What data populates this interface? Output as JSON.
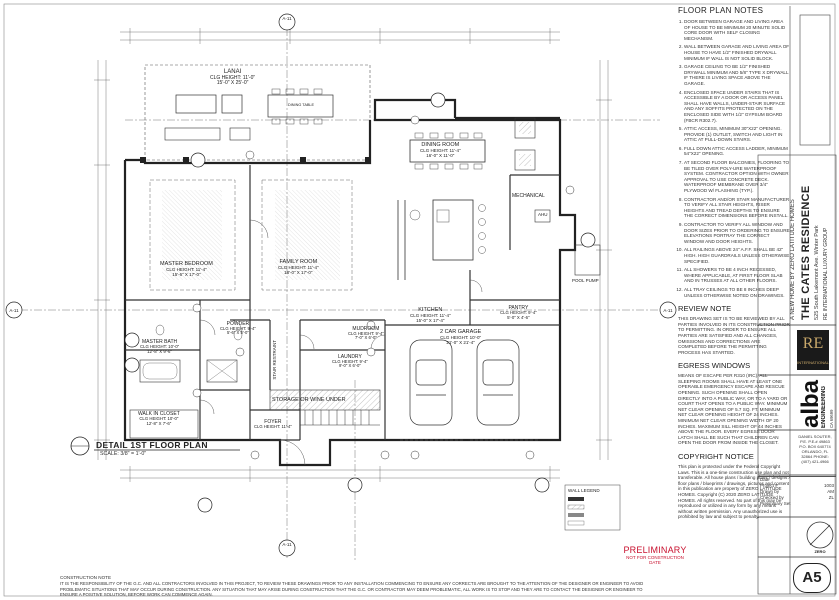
{
  "drawing": {
    "title": "DETAIL 1ST FLOOR PLAN",
    "scale": "SCALE: 3/8\" = 1'-0\"",
    "sheet_number": "A5",
    "section_markers": [
      "A-11",
      "A-11",
      "A-11",
      "A-11"
    ],
    "rooms": [
      {
        "name": "LANAI",
        "ceiling": "CLG HEIGHT: 11'-0\"",
        "size": "15'-0\" X 25'-0\""
      },
      {
        "name": "DINING ROOM",
        "ceiling": "CLG HEIGHT: 11'-4\"",
        "size": "16'-0\" X 11'-0\""
      },
      {
        "name": "MASTER BEDROOM",
        "ceiling": "CLG HEIGHT: 11'-4\"",
        "size": "15'-6\" X 17'-0\""
      },
      {
        "name": "FAMILY ROOM",
        "ceiling": "CLG HEIGHT: 11'-4\"",
        "size": "18'-0\" X 17'-0\""
      },
      {
        "name": "KITCHEN",
        "ceiling": "CLG HEIGHT: 11'-4\"",
        "size": "15'-0\" X 17'-4\""
      },
      {
        "name": "PANTRY",
        "ceiling": "CLG HEIGHT: 9'-4\"",
        "size": "5'-0\" X 4'-6\""
      },
      {
        "name": "MECHANICAL",
        "ceiling": "",
        "size": ""
      },
      {
        "name": "MASTER BATH",
        "ceiling": "CLG HEIGHT: 10'-0\"",
        "size": "12'-8\" X 9'-6\""
      },
      {
        "name": "POWDER",
        "ceiling": "CLG HEIGHT: 9'-4\"",
        "size": "5'-6\" X 5'-0\""
      },
      {
        "name": "MUDROOM",
        "ceiling": "CLG HEIGHT: 9'-4\"",
        "size": "7'-0\" X 6'-0\""
      },
      {
        "name": "LAUNDRY",
        "ceiling": "CLG HEIGHT: 9'-4\"",
        "size": "9'-0\" X 6'-0\""
      },
      {
        "name": "2 CAR GARAGE",
        "ceiling": "CLG HEIGHT: 10'-0\"",
        "size": "21'-0\" X 21'-4\""
      },
      {
        "name": "WALK IN CLOSET",
        "ceiling": "CLG HEIGHT: 10'-0\"",
        "size": "12'-8\" X 7'-6\""
      },
      {
        "name": "FOYER",
        "ceiling": "CLG HEIGHT: 11'-4\"",
        "size": ""
      }
    ],
    "misc_labels": {
      "storage": "STORAGE OR WINE UNDER",
      "stair": "STAIR RESTRAINT",
      "pool_pump": "POOL PUMP",
      "ahu": "AHU",
      "dining_table": "DINING TABLE",
      "wall_legend": "WALL LEGEND"
    }
  },
  "notes": {
    "floor_plan_title": "FLOOR PLAN NOTES",
    "floor_plan_items": [
      "DOOR BETWEEN GARAGE AND LIVING AREA OF HOUSE TO BE MINIMUM 20 MINUTE SOLID CORE DOOR WITH SELF CLOSING MECHANISM.",
      "WALL BETWEEN GARAGE AND LIVING AREA OF HOUSE TO HAVE 1/2\" FINISHED DRYWALL MINIMUM IF WALL IS NOT SOLID BLOCK.",
      "GARAGE CEILING TO BE 1/2\" FINISHED DRYWALL MINIMUM AND 5/8\" TYPE X DRYWALL IF THERE IS LIVING SPACE ABOVE THE GARAGE.",
      "ENCLOSED SPACE UNDER STAIRS THAT IS ACCESSIBLE BY A DOOR OR ACCESS PANEL SHALL HAVE WALLS, UNDER-STAIR SURFACE AND ANY SOFFITS PROTECTED ON THE ENCLOSED SIDE WITH 1/2\" GYPSUM BOARD (FBCR R302.7).",
      "ATTIC ACCESS, MINIMUM 30\"X22\" OPENING. PROVIDE (1) OUTLET, SWITCH AND LIGHT IN ATTIC AT PULL-DOWN STAIRS.",
      "FULL DOWN ATTIC ACCESS LADDER, MINIMUM 54\"X22\" OPENING.",
      "AT SECOND FLOOR BALCONIES, FLOORING TO BE TILED OVER POLY-URE WATERPROOF SYSTEM. CONTRACTOR OPTION WITH OWNER APPROVAL TO USE CONCRETE DECK. WATERPROOF MEMBRANE OVER 3/4\" PLYWOOD W/ FLASHING (TYP.).",
      "CONTRACTOR AND/OR STAIR MANUFACTURER TO VERIFY ALL STAIR HEIGHTS, RISER HEIGHTS AND TREAD DEPTHS TO ENSURE THE CORRECT DIMENSIONS BEFORE INSTALL.",
      "CONTRACTOR TO VERIFY ALL WINDOW AND DOOR SIZES PRIOR TO ORDERING TO ENSURE ELEVATIONS PORTRAY THE CORRECT WINDOW AND DOOR HEIGHTS.",
      "ALL RAILINGS ABOVE 24\" A.F.F. SHALL BE 42\" HIGH. HIGH GUARDRAILS UNLESS OTHERWISE SPECIFIED.",
      "ALL SHOWERS TO BE 4 INCH RECESSED, WHERE APPLICABLE, AT FIRST FLOOR SLAB AND IN TRUSSES AT ALL OTHER FLOORS.",
      "ALL TRAY CEILINGS TO BE 8 INCHES DEEP UNLESS OTHERWISE NOTED ON DRAWINGS."
    ],
    "review_title": "REVIEW NOTE",
    "review_text": "THIS DRAWING SET IS TO BE REVIEWED BY ALL PARTIES INVOLVED IN ITS CONSTRUCTION PRIOR TO PERMITTING. IN ORDER TO ENSURE ALL PARTIES ARE SATISFIED AND ALL CHANGES, OMISSIONS AND CORRECTIONS ARE COMPLETED BEFORE THE PERMITTING PROCESS HAS STARTED.",
    "egress_title": "EGRESS WINDOWS",
    "egress_text": "MEANS OF ESCAPE PER R310 (IRC). ALL SLEEPING ROOMS SHALL HAVE AT LEAST ONE OPERABLE EMERGENCY ESCAPE AND RESCUE OPENING. SUCH OPENING SHALL OPEN DIRECTLY INTO A PUBLIC WAY, OR TO A YARD OR COURT THAT OPENS TO A PUBLIC WAY. MINIMUM NET CLEAR OPENING OF 5.7 SQ. FT. MINIMUM NET CLEAR OPENING HEIGHT OF 24 INCHES. MINIMUM NET CLEAR OPENING WIDTH OF 20 INCHES. MAXIMUM SILL HEIGHT OF 44 INCHES ABOVE THE FLOOR. EVERY EGRESS DOOR LATCH SHALL BE SUCH THAT CHILDREN CAN OPEN THE DOOR FROM INSIDE THE CLOSET.",
    "copyright_title": "COPYRIGHT NOTICE",
    "copyright_text": "This plan is protected under the Federal Copyright Laws. This is a one-time construction use plan and not transferable. All house plans / building plans / designs / floor plans / blueprints / drawings, pictures and content in this publication are property of ZERO LATITUDE HOMES. Copyright (C) 2020 ZERO LATITUDE HOMES. All rights reserved. No part of this may be reproduced or utilized in any form by any means without written permission. Any unauthorized use is prohibited by law and subject to penalty."
  },
  "title_block": {
    "project_line1": "A NEW HOME BY ZERO LATITUDE HOMES",
    "project_name": "THE CATES RESIDENCE",
    "address": "525 South Lakemont Ave. Winter Park",
    "firm_line": "RE INTERNATIONAL LUXURY GROUP",
    "re_logo": "RE",
    "re_sub": "INTERNATIONAL",
    "engineer_logo": "alba",
    "engineer_sub": "ENGINEERING",
    "engineer_state": "CA 69699",
    "engineer_contact": "DANIEL SOUTER, P.E. P.E.# 49863 P.O. BOX 640774 ORLANDO, FL 32864 PHONE: (407) 421-4966",
    "fields": [
      {
        "label": "Date",
        "value": ""
      },
      {
        "label": "Project #",
        "value": "1003"
      },
      {
        "label": "Drawn by",
        "value": "AM"
      },
      {
        "label": "Checked by",
        "value": "ZL"
      },
      {
        "label": "Preliminary Set",
        "value": ""
      }
    ],
    "zero_logo": "ZERO",
    "preliminary": "PRELIMINARY",
    "not_for_construction": "NOT FOR CONSTRUCTION",
    "date_label": "DATE"
  },
  "footer": {
    "heading": "CONSTRUCTION NOTE",
    "text": "IT IS THE RESPONSIBILITY OF THE G.C. AND ALL CONTRACTORS INVOLVED IN THIS PROJECT, TO REVIEW THESE DRAWINGS PRIOR TO ANY INSTALLATION COMMENCING TO ENSURE ANY CORRECTS ARE BROUGHT TO THE ATTENTION OF THE DESIGNER OR ENGINEER TO AVOID PROBLEMATIC SITUATIONS THAT MAY OCCUR DURING CONSTRUCTION. ANY SITUATION THAT MAY ARISE DURING CONSTRUCTION THAT THE G.C. OR CONTRACTOR MAY DEEM PROBLEMATIC, ALL WORK IS TO STOP AND THEY ARE TO CONTACT THE DESIGNER OR ENGINEER TO ENSURE A POSITIVE SOLUTION, BEFORE WORK CAN COMMENCE AGAIN."
  }
}
